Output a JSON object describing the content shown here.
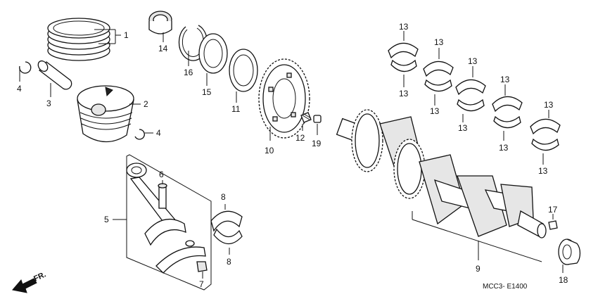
{
  "diagram": {
    "drawing_code": "MCC3- E1400",
    "direction_label": "FR.",
    "callouts": {
      "c1": "1",
      "c2": "2",
      "c3": "3",
      "c4a": "4",
      "c4b": "4",
      "c5": "5",
      "c6": "6",
      "c7": "7",
      "c8a": "8",
      "c8b": "8",
      "c9": "9",
      "c10": "10",
      "c11": "11",
      "c12": "12",
      "c13_1": "13",
      "c13_2": "13",
      "c13_3": "13",
      "c13_4": "13",
      "c13_5": "13",
      "c13_6": "13",
      "c13_7": "13",
      "c13_8": "13",
      "c13_9": "13",
      "c13_10": "13",
      "c14": "14",
      "c15": "15",
      "c16": "16",
      "c17": "17",
      "c18": "18",
      "c19": "19"
    }
  }
}
